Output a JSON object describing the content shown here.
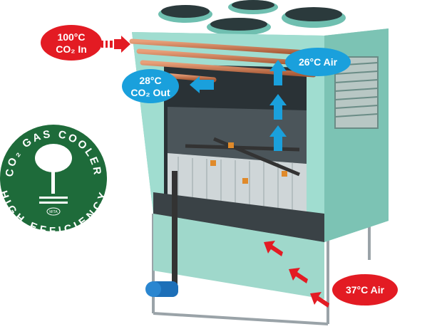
{
  "labels": {
    "co2_in_temp": "100°C",
    "co2_in": "CO₂ In",
    "co2_out_temp": "28°C",
    "co2_out": "CO₂ Out",
    "air_out": "26°C Air",
    "air_in": "37°C Air"
  },
  "badge": {
    "top_text": "CO₂ GAS COOLER",
    "bottom_text": "HIGH EFFICIENCY",
    "logo_text": "MITA"
  },
  "colors": {
    "hot": "#e31b23",
    "cool": "#1aa0dc",
    "badge": "#1e6b3a",
    "casing": "#8ed3c4"
  }
}
